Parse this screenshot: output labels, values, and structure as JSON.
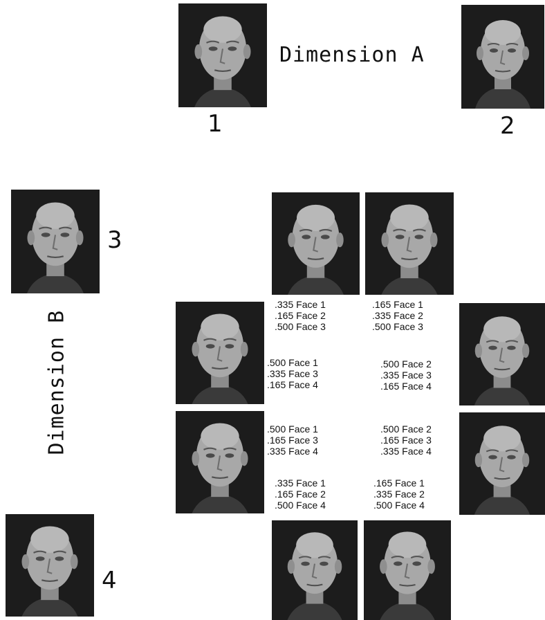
{
  "labels": {
    "dimension_a": "Dimension A",
    "dimension_b": "Dimension B",
    "face_numbers": [
      "1",
      "2",
      "3",
      "4"
    ]
  },
  "mixtures": [
    [
      ".335 Face 1",
      ".165 Face 2",
      ".500 Face 3"
    ],
    [
      ".165 Face 1",
      ".335 Face 2",
      ".500 Face 3"
    ],
    [
      ".500 Face 1",
      ".335 Face 3",
      ".165 Face 4"
    ],
    [
      ".500 Face 2",
      ".335 Face 3",
      ".165 Face 4"
    ],
    [
      ".500 Face 1",
      ".165 Face 3",
      ".335 Face 4"
    ],
    [
      ".500 Face 2",
      ".165 Face 3",
      ".335 Face 4"
    ],
    [
      ".335 Face 1",
      ".165 Face 2",
      ".500 Face 4"
    ],
    [
      ".165 Face 1",
      ".335 Face 2",
      ".500 Face 4"
    ]
  ]
}
